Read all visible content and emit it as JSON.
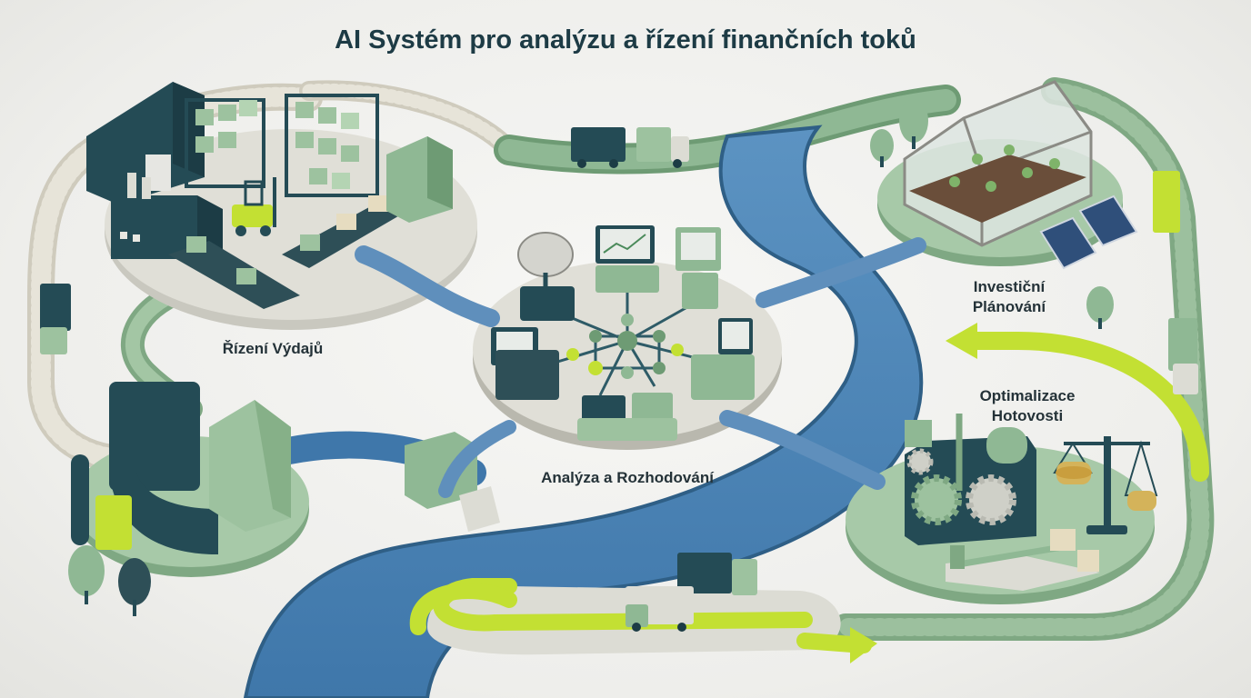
{
  "title": "AI Systém pro analýzu a řízení finančních toků",
  "labels": {
    "expense": "Řízení Výdajů",
    "analysis": "Analýza a Rozhodování",
    "investment_line1": "Investiční",
    "investment_line2": "Plánování",
    "cash_line1": "Optimalizace",
    "cash_line2": "Hotovosti"
  },
  "colors": {
    "background": "#efefec",
    "river": "#4f86b8",
    "road_green": "#7fa883",
    "dark_teal": "#244b55",
    "sage": "#9dc29f",
    "lime": "#c3e033",
    "platform": "#dcdcd4",
    "rail": "#d9d6ca"
  },
  "icons": [
    "warehouse-icon",
    "factory-icon",
    "forklift-icon",
    "conveyor-icon",
    "truck-icon",
    "satellite-dish-icon",
    "monitor-chart-icon",
    "network-node-icon",
    "greenhouse-icon",
    "solar-panel-icon",
    "gear-icon",
    "balance-scale-icon",
    "coin-stack-icon",
    "tree-icon",
    "building-block-icon",
    "flow-arrow-icon"
  ]
}
